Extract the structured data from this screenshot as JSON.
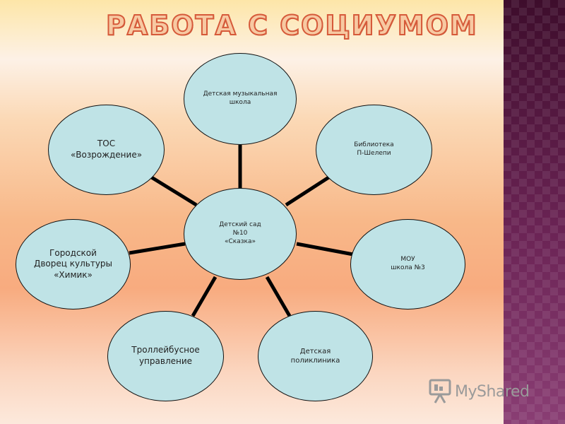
{
  "slide": {
    "title": "РАБОТА С СОЦИУМОМ"
  },
  "diagram": {
    "center": {
      "label": "Детский сад\n№10\n«Сказка»"
    },
    "nodes": [
      {
        "id": "music-school",
        "label": "Детская музыкальная\nшкола"
      },
      {
        "id": "library",
        "label": "Библиотека\nП-Шелепи"
      },
      {
        "id": "school",
        "label": "МОУ\nшкола №3"
      },
      {
        "id": "clinic",
        "label": "Детская\nполиклиника"
      },
      {
        "id": "trolleybus",
        "label": "Троллейбусное\nуправление"
      },
      {
        "id": "palace",
        "label": "Городской\nДворец культуры\n«Химик»"
      },
      {
        "id": "tos",
        "label": "ТОС\n«Возрождение»"
      }
    ]
  },
  "watermark": {
    "text": "MyShared",
    "icon": "presentation-board-icon"
  },
  "colors": {
    "node_fill": "#bfe3e6",
    "connector": "#000000",
    "title_outline": "#d65a3a",
    "side_panel": "#5a1840"
  }
}
